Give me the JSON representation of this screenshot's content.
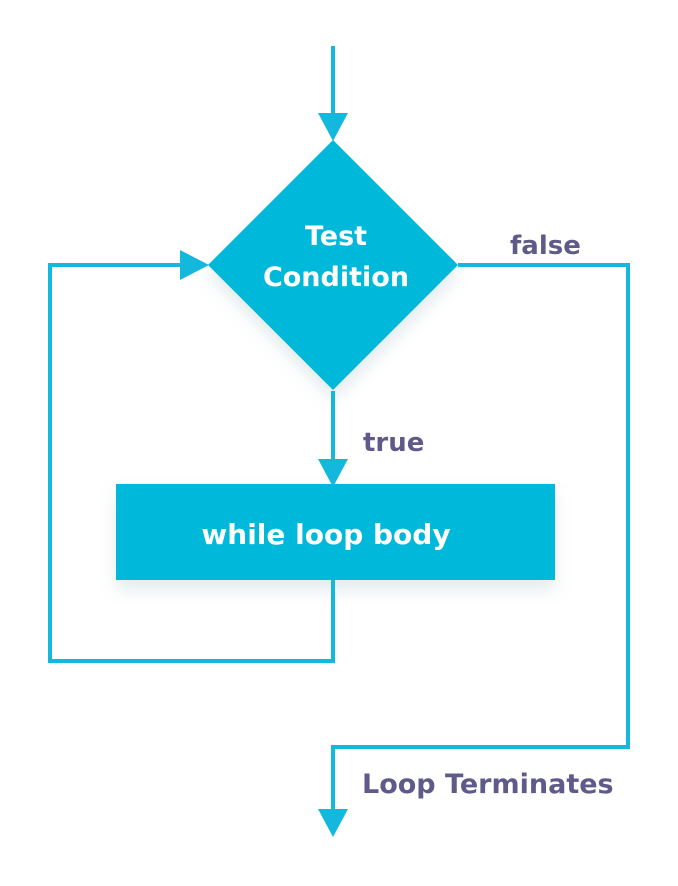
{
  "diagram": {
    "decision": {
      "line1": "Test",
      "line2": "Condition"
    },
    "process": {
      "label": "while loop body"
    },
    "labels": {
      "true": "true",
      "false": "false",
      "exit": "Loop Terminates"
    },
    "colors": {
      "shape": "#00b8d9",
      "line": "#14b8dc",
      "label": "#5f5a8a",
      "shape_text": "#ffffff"
    }
  }
}
